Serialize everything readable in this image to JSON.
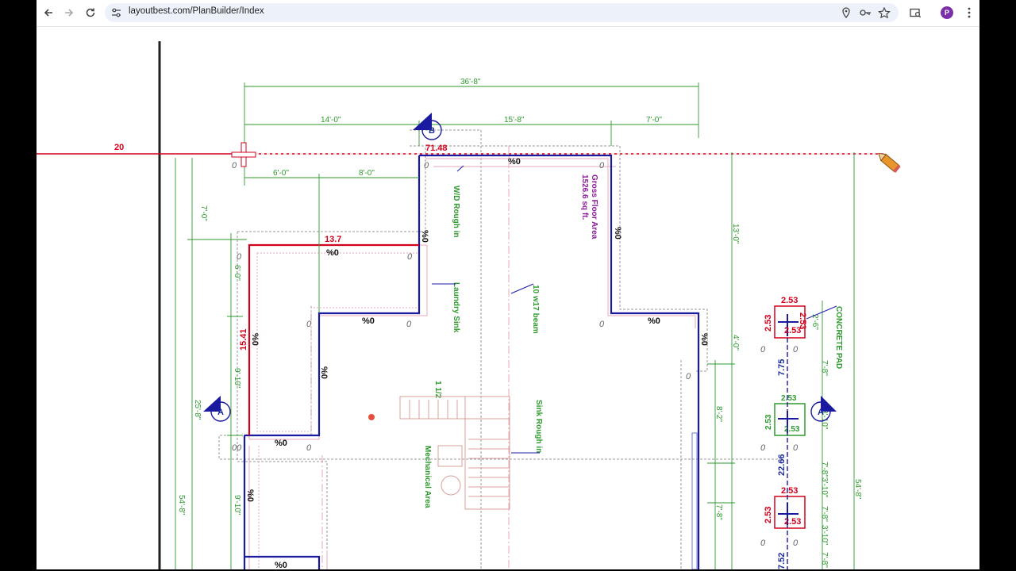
{
  "browser": {
    "url": "layoutbest.com/PlanBuilder/Index",
    "profile_initial": "P"
  },
  "plan": {
    "ruler_value": "20",
    "dims_top": {
      "overall": "36'-8\"",
      "left": "14'-0\"",
      "mid": "15'-8\"",
      "right": "7'-0\"",
      "sub1": "6'-0\"",
      "sub2": "8'-0\""
    },
    "dims_left": {
      "d1": "7'-0\"",
      "d2": "6'-0\"",
      "d3": "9'-10\"",
      "d4": "25'-8\"",
      "d5": "9'-10\"",
      "d6": "54'-8\""
    },
    "dims_right": {
      "d1": "13'-0\"",
      "d2": "4'-0\"",
      "d3": "8'-2\"",
      "d4": "7'-8\"",
      "d5": "54'-8\"",
      "d6": "7'-8\"",
      "d7": "3'-10\"",
      "d8": "7'-8\"",
      "d9": "3'-10\"",
      "d10": "7'-8\"",
      "d11": "3'-10\"",
      "d12": "7'-8\"",
      "d13": "2'-6\""
    },
    "measure": {
      "top": "71.48",
      "left_top": "13.7",
      "left_side": "15.41"
    },
    "pct": "%0",
    "zero": "0",
    "double_zero": "00",
    "section_a": "A",
    "section_b": "B",
    "labels": {
      "wd": "W/D Rough in",
      "laundry": "Laundry Sink",
      "gross1": "Gross Floor Area",
      "gross2": "1526.6 sq ft.",
      "beam": "10 w17 beam",
      "sink": "Sink Rough in",
      "mech": "Mechanical Area",
      "stair": "1 1/2",
      "concrete": "CONCRETE PAD"
    },
    "pads": {
      "top": "2.53",
      "side": "2.53",
      "center": "2.53",
      "left": "2.53",
      "val775": "7.75",
      "val752": "7.52",
      "mid": "22.66"
    }
  }
}
